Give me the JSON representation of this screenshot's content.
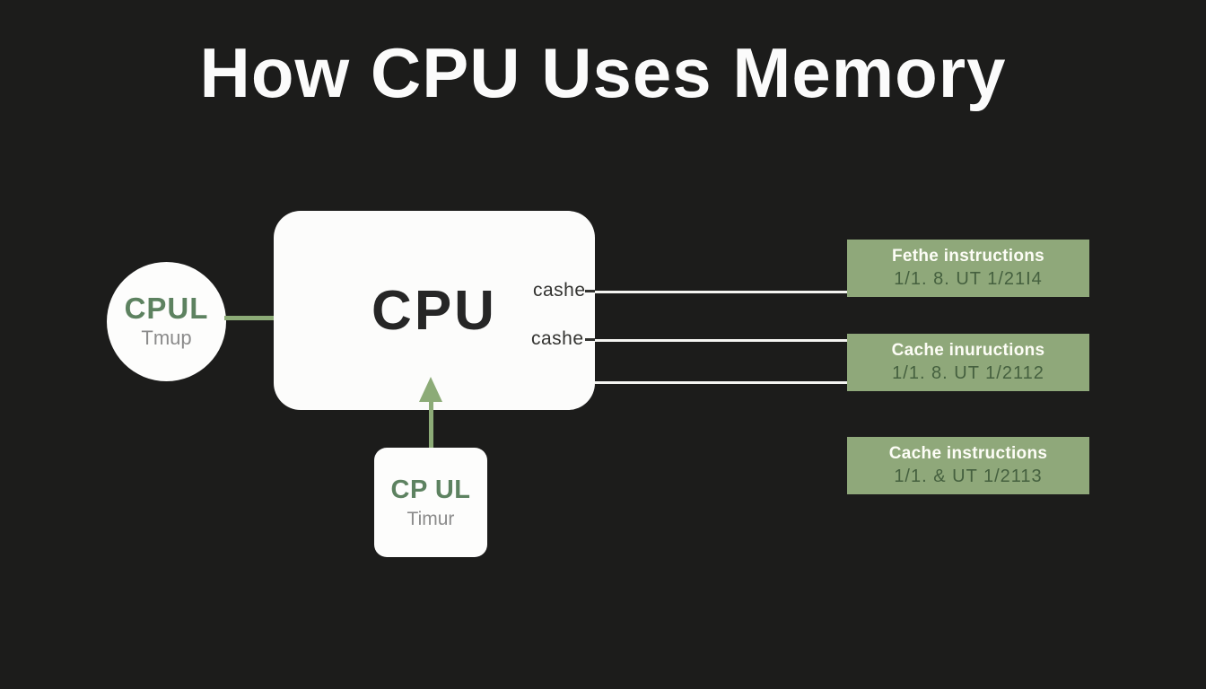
{
  "title": "How CPU Uses Memory",
  "colors": {
    "background": "#1c1c1b",
    "node_white": "#fdfdfc",
    "accent_green": "#8cab77",
    "memory_block_green": "#8fa87a",
    "green_text": "#5d8260",
    "dark_green_text": "#45603f",
    "gray_text": "#8b8b8b",
    "dark_text": "#262626",
    "title_text": "#fbfbfb",
    "wire_white": "#f4f4f1"
  },
  "nodes": {
    "input_circle": {
      "title": "CPUL",
      "subtitle": "Tmup"
    },
    "cpu_box": {
      "label": "CPU",
      "port1": "cashe",
      "port2": "cashe"
    },
    "bottom_box": {
      "title": "CP UL",
      "subtitle": "Timur"
    },
    "memory_blocks": [
      {
        "line1": "Fethe instructions",
        "line2": "1/1. 8. UT 1/21I4"
      },
      {
        "line1": "Cache inuructions",
        "line2": "1/1. 8. UT 1/2112"
      },
      {
        "line1": "Cache instructions",
        "line2": "1/1. & UT 1/2113"
      }
    ]
  }
}
